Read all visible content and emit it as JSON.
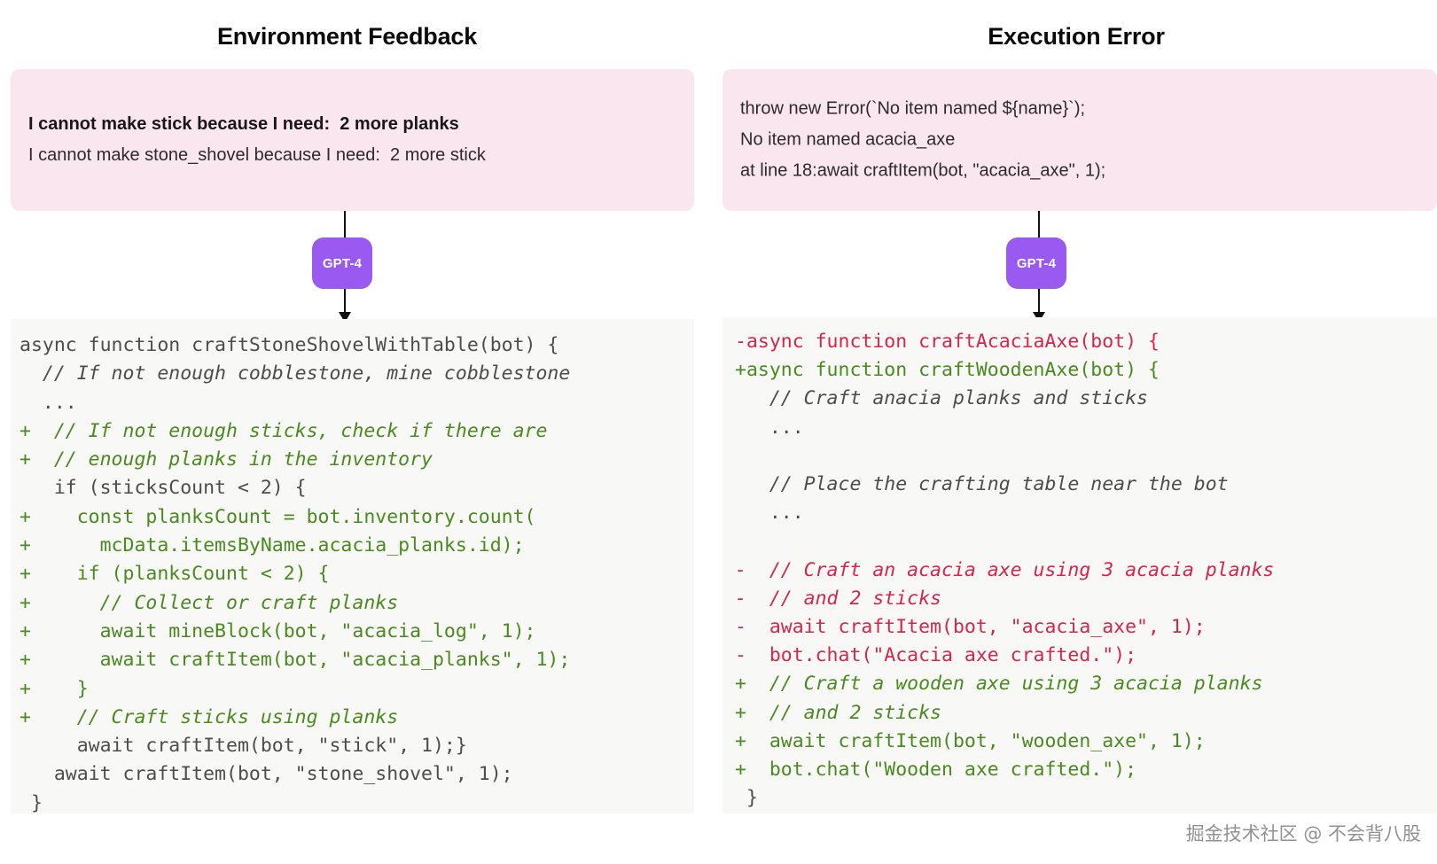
{
  "panels": [
    {
      "title": "Environment Feedback",
      "message_lines": [
        {
          "text": "I cannot make stick because I need:  2 more planks",
          "bold": true
        },
        {
          "text": "I cannot make stone_shovel because I need:  2 more stick",
          "bold": false
        }
      ],
      "flow": {
        "badge_label": "GPT-4",
        "badge_color": "#9a59f0",
        "arrow_color": "#111111"
      },
      "code_lines": [
        {
          "text": "async function craftStoneShovelWithTable(bot) {",
          "type": "context"
        },
        {
          "text": "  // If not enough cobblestone, mine cobblestone",
          "type": "context",
          "comment": true
        },
        {
          "text": "  ...",
          "type": "context"
        },
        {
          "text": "+  // If not enough sticks, check if there are",
          "type": "add",
          "comment": true
        },
        {
          "text": "+  // enough planks in the inventory",
          "type": "add",
          "comment": true
        },
        {
          "text": "   if (sticksCount < 2) {",
          "type": "context"
        },
        {
          "text": "+    const planksCount = bot.inventory.count(",
          "type": "add"
        },
        {
          "text": "+      mcData.itemsByName.acacia_planks.id);",
          "type": "add"
        },
        {
          "text": "+    if (planksCount < 2) {",
          "type": "add"
        },
        {
          "text": "+      // Collect or craft planks",
          "type": "add",
          "comment": true
        },
        {
          "text": "+      await mineBlock(bot, \"acacia_log\", 1);",
          "type": "add"
        },
        {
          "text": "+      await craftItem(bot, \"acacia_planks\", 1);",
          "type": "add"
        },
        {
          "text": "+    }",
          "type": "add"
        },
        {
          "text": "+    // Craft sticks using planks",
          "type": "add",
          "comment": true
        },
        {
          "text": "     await craftItem(bot, \"stick\", 1);}",
          "type": "context"
        },
        {
          "text": "   await craftItem(bot, \"stone_shovel\", 1);",
          "type": "context"
        },
        {
          "text": " }",
          "type": "context"
        }
      ]
    },
    {
      "title": "Execution Error",
      "message_lines": [
        {
          "text": "throw new Error(`No item named ${name}`);",
          "bold": false
        },
        {
          "text": "No item named acacia_axe",
          "bold": false
        },
        {
          "text": "at line 18:await craftItem(bot, \"acacia_axe\", 1);",
          "bold": false
        }
      ],
      "flow": {
        "badge_label": "GPT-4",
        "badge_color": "#9a59f0",
        "arrow_color": "#111111"
      },
      "code_lines": [
        {
          "text": "-async function craftAcaciaAxe(bot) {",
          "type": "del"
        },
        {
          "text": "+async function craftWoodenAxe(bot) {",
          "type": "add"
        },
        {
          "text": "   // Craft anacia planks and sticks",
          "type": "context",
          "comment": true
        },
        {
          "text": "   ...",
          "type": "context"
        },
        {
          "text": "",
          "type": "blank"
        },
        {
          "text": "   // Place the crafting table near the bot",
          "type": "context",
          "comment": true
        },
        {
          "text": "   ...",
          "type": "context"
        },
        {
          "text": "",
          "type": "blank"
        },
        {
          "text": "-  // Craft an acacia axe using 3 acacia planks",
          "type": "del",
          "comment": true
        },
        {
          "text": "-  // and 2 sticks",
          "type": "del",
          "comment": true
        },
        {
          "text": "-  await craftItem(bot, \"acacia_axe\", 1);",
          "type": "del"
        },
        {
          "text": "-  bot.chat(\"Acacia axe crafted.\");",
          "type": "del"
        },
        {
          "text": "+  // Craft a wooden axe using 3 acacia planks",
          "type": "add",
          "comment": true
        },
        {
          "text": "+  // and 2 sticks",
          "type": "add",
          "comment": true
        },
        {
          "text": "+  await craftItem(bot, \"wooden_axe\", 1);",
          "type": "add"
        },
        {
          "text": "+  bot.chat(\"Wooden axe crafted.\");",
          "type": "add"
        },
        {
          "text": " }",
          "type": "context"
        }
      ]
    }
  ],
  "watermark": "掘金技术社区 @ 不会背八股",
  "colors": {
    "pink_box": "#fae6ee",
    "code_bg": "#f8f8f7",
    "add_green": "#4a8b1e",
    "del_red": "#d7264b",
    "context_gray": "#4d4d4d",
    "badge_purple": "#9a59f0"
  }
}
